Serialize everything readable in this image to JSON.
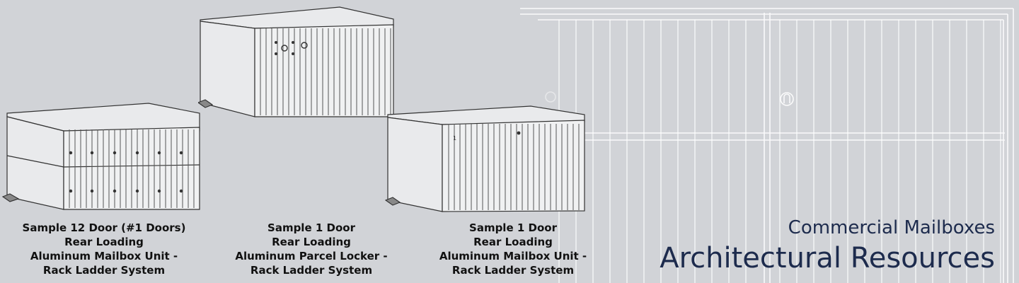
{
  "banner": {
    "title": "Architectural Resources",
    "subtitle": "Commercial Mailboxes",
    "colors": {
      "background": "#d1d3d7",
      "title": "#1d2b4d",
      "caption": "#111111",
      "line_art": "#333333",
      "bg_lines": "#ffffff"
    }
  },
  "products": [
    {
      "line1": "Sample 12 Door (#1 Doors)",
      "line2": "Rear Loading",
      "line3": "Aluminum Mailbox Unit -",
      "line4": "Rack Ladder System"
    },
    {
      "line1": "Sample 1 Door",
      "line2": "Rear Loading",
      "line3": "Aluminum Parcel Locker -",
      "line4": "Rack Ladder System"
    },
    {
      "line1": "Sample 1 Door",
      "line2": "Rear Loading",
      "line3": "Aluminum Mailbox Unit -",
      "line4": "Rack Ladder System"
    }
  ],
  "icons": {
    "bg_art": "mailbox-door-lineart-icon",
    "product_1": "twelve-door-mailbox-drawing-icon",
    "product_2": "parcel-locker-drawing-icon",
    "product_3": "one-door-mailbox-drawing-icon"
  },
  "door_number": "1"
}
